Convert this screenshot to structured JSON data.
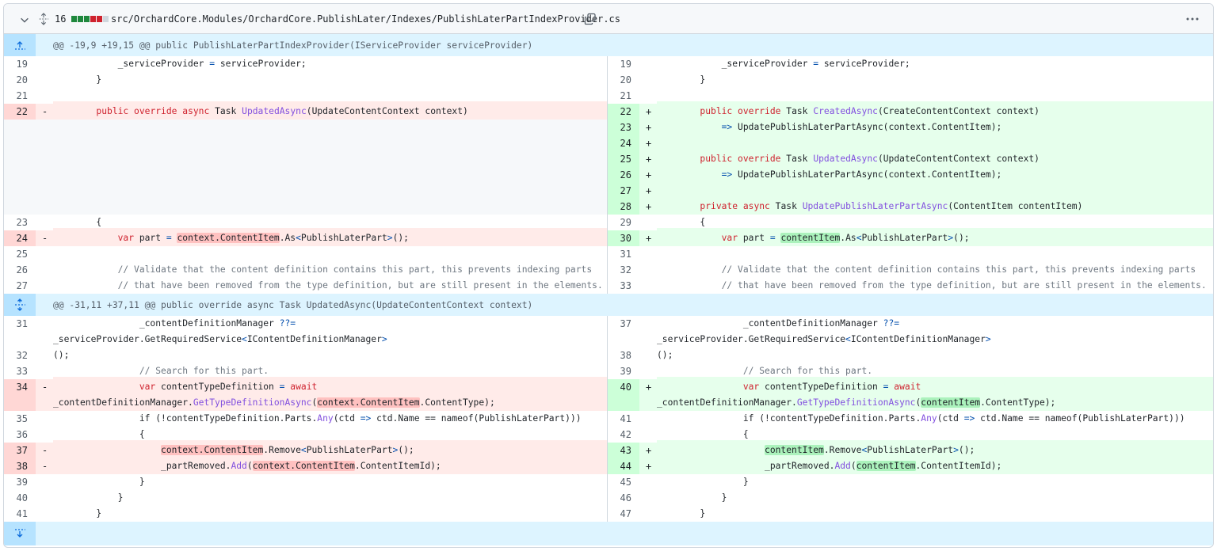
{
  "file": {
    "change_count": "16",
    "diffstat": [
      "add",
      "add",
      "add",
      "del",
      "del",
      "neu"
    ],
    "path": "src/OrchardCore.Modules/OrchardCore.PublishLater/Indexes/PublishLaterPartIndexProvider.cs"
  },
  "colors": {
    "addition": "#1f883d",
    "deletion": "#cf222e",
    "hunk_bg": "#ddf4ff"
  },
  "hunks": [
    {
      "header": "@@ -19,9 +19,15 @@ public PublishLaterPartIndexProvider(IServiceProvider serviceProvider)"
    },
    {
      "header": "@@ -31,11 +37,11 @@ public override async Task UpdatedAsync(UpdateContentContext context)"
    }
  ],
  "lines": {
    "l19": "19",
    "l20": "20",
    "l21": "21",
    "l22": "22",
    "l23": "23",
    "l24": "24",
    "l25": "25",
    "l26": "26",
    "l27": "27",
    "l31": "31",
    "l32": "32",
    "l33": "33",
    "l34": "34",
    "l35": "35",
    "l36": "36",
    "l37": "37",
    "l38": "38",
    "l39": "39",
    "l40": "40",
    "l41": "41",
    "r19": "19",
    "r20": "20",
    "r21": "21",
    "r22": "22",
    "r23": "23",
    "r24": "24",
    "r25": "25",
    "r26": "26",
    "r27": "27",
    "r28": "28",
    "r29": "29",
    "r30": "30",
    "r31": "31",
    "r32": "32",
    "r33": "33",
    "r37": "37",
    "r38": "38",
    "r39": "39",
    "r40": "40",
    "r41": "41",
    "r42": "42",
    "r43": "43",
    "r44": "44",
    "r45": "45",
    "r46": "46",
    "r47": "47"
  },
  "markers": {
    "minus": "-",
    "plus": "+"
  },
  "code": {
    "sp_assign_a": "            _serviceProvider ",
    "eq": "=",
    "sp_assign_b": " serviceProvider;",
    "close_brace_8": "        }",
    "open_brace_8": "        {",
    "del22_a": "        ",
    "public": "public",
    "override": "override",
    "async": "async",
    "task": "Task",
    "updated_async": "UpdatedAsync",
    "created_async": "CreatedAsync",
    "update_ctx": "(UpdateContentContext context)",
    "create_ctx": "(CreateContentContext context)",
    "arrow": "=>",
    "update_call": " UpdatePublishLaterPartAsync(context.ContentItem);",
    "private": "private",
    "update_pub": "UpdatePublishLaterPartAsync",
    "content_item_param": "(ContentItem contentItem)",
    "var": "var",
    "part_eq": " part ",
    "ctx_content_item": "context.ContentItem",
    "content_item": "contentItem",
    "as_a": ".As",
    "lt": "<",
    "plp": "PublishLaterPart",
    "gt_end": ">();",
    "comment1": "// Validate that the content definition contains this part, this prevents indexing parts",
    "comment2": "// that have been removed from the type definition, but are still present in the elements.",
    "cdm_a": "                _contentDefinitionManager ",
    "qq": "??=",
    "cdm_b": " _serviceProvider.GetRequiredService",
    "icdm": "IContentDefinitionManager",
    "gt": ">",
    "cdm_wrap": "();",
    "search_comment": "// Search for this part.",
    "ctd_a": " contentTypeDefinition ",
    "await": "await",
    "cdm_line2": "_contentDefinitionManager.",
    "get_type_def": "GetTypeDefinitionAsync",
    "paren_open": "(",
    "content_type_end": ".ContentType);",
    "if_a": "if (!contentTypeDefinition.Parts.",
    "any": "Any",
    "if_b": "(ctd ",
    "if_c": " ctd.Name == nameof(PublishLaterPart)))",
    "remove_a": ".Remove",
    "part_removed": "_partRemoved.",
    "add_fn": "Add",
    "content_item_id": ".ContentItemId);"
  }
}
